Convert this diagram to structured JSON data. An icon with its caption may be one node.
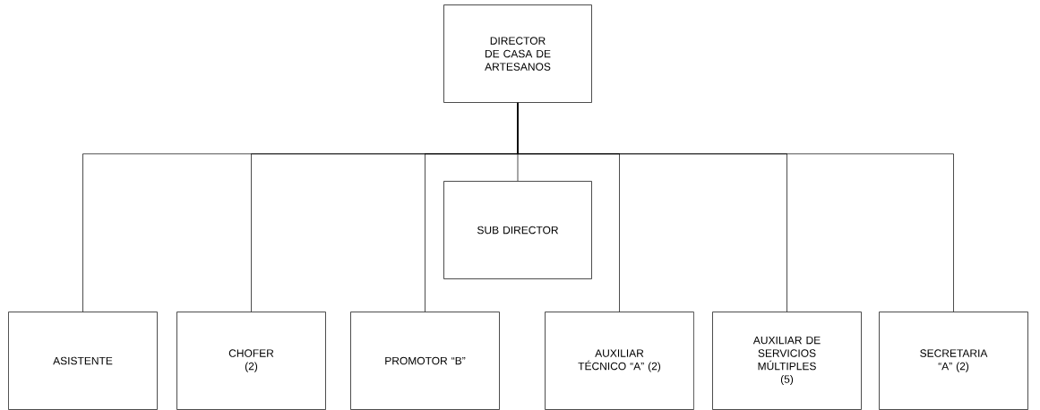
{
  "diagram": {
    "nodes": [
      {
        "text": [
          "DIRECTOR DE CASA DE ARTESANOS"
        ]
      },
      {
        "text": [
          "SUB DIRECTOR"
        ]
      },
      {
        "text": [
          "ASISTENTE"
        ]
      },
      {
        "text": [
          "CHOFER (2)"
        ]
      },
      {
        "text": [
          "PROMOTOR “B”"
        ]
      },
      {
        "text": [
          "AUXILIAR TÉCNICO “A” (2)"
        ]
      },
      {
        "text": [
          "AUXILIAR DE SERVICIOS MÚLTIPLES (5)"
        ]
      },
      {
        "text": [
          "SECRETARIA “A” (2)"
        ]
      }
    ],
    "edges": [
      {
        "from": 0,
        "to": 1,
        "arrow": "none"
      },
      {
        "from": 0,
        "to": 2,
        "arrow": "none"
      },
      {
        "from": 0,
        "to": 3,
        "arrow": "none"
      },
      {
        "from": 0,
        "to": 4,
        "arrow": "none"
      },
      {
        "from": 0,
        "to": 5,
        "arrow": "none"
      },
      {
        "from": 0,
        "to": 6,
        "arrow": "none"
      },
      {
        "from": 0,
        "to": 7,
        "arrow": "none"
      }
    ]
  }
}
